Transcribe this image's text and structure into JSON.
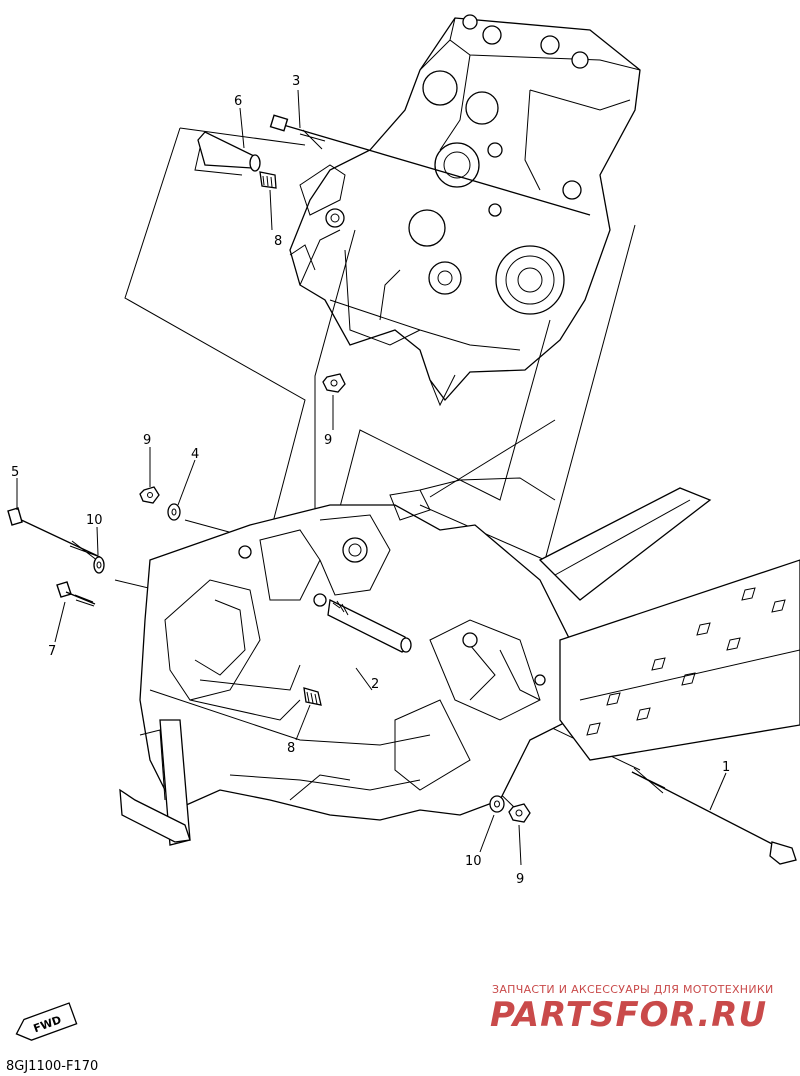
{
  "callouts": {
    "c1": "1",
    "c2": "2",
    "c3": "3",
    "c4": "4",
    "c5": "5",
    "c6": "6",
    "c7": "7",
    "c8a": "8",
    "c8b": "8",
    "c9a": "9",
    "c9b": "9",
    "c9c": "9",
    "c10a": "10",
    "c10b": "10"
  },
  "fwd_label": "FWD",
  "diagram_code": "8GJ1100-F170",
  "watermark": {
    "tagline": "ЗАПЧАСТИ И АКСЕССУАРЫ ДЛЯ МОТОТЕХНИКИ",
    "brand": "PARTSFOR.RU",
    "color": "#c94a4a"
  }
}
